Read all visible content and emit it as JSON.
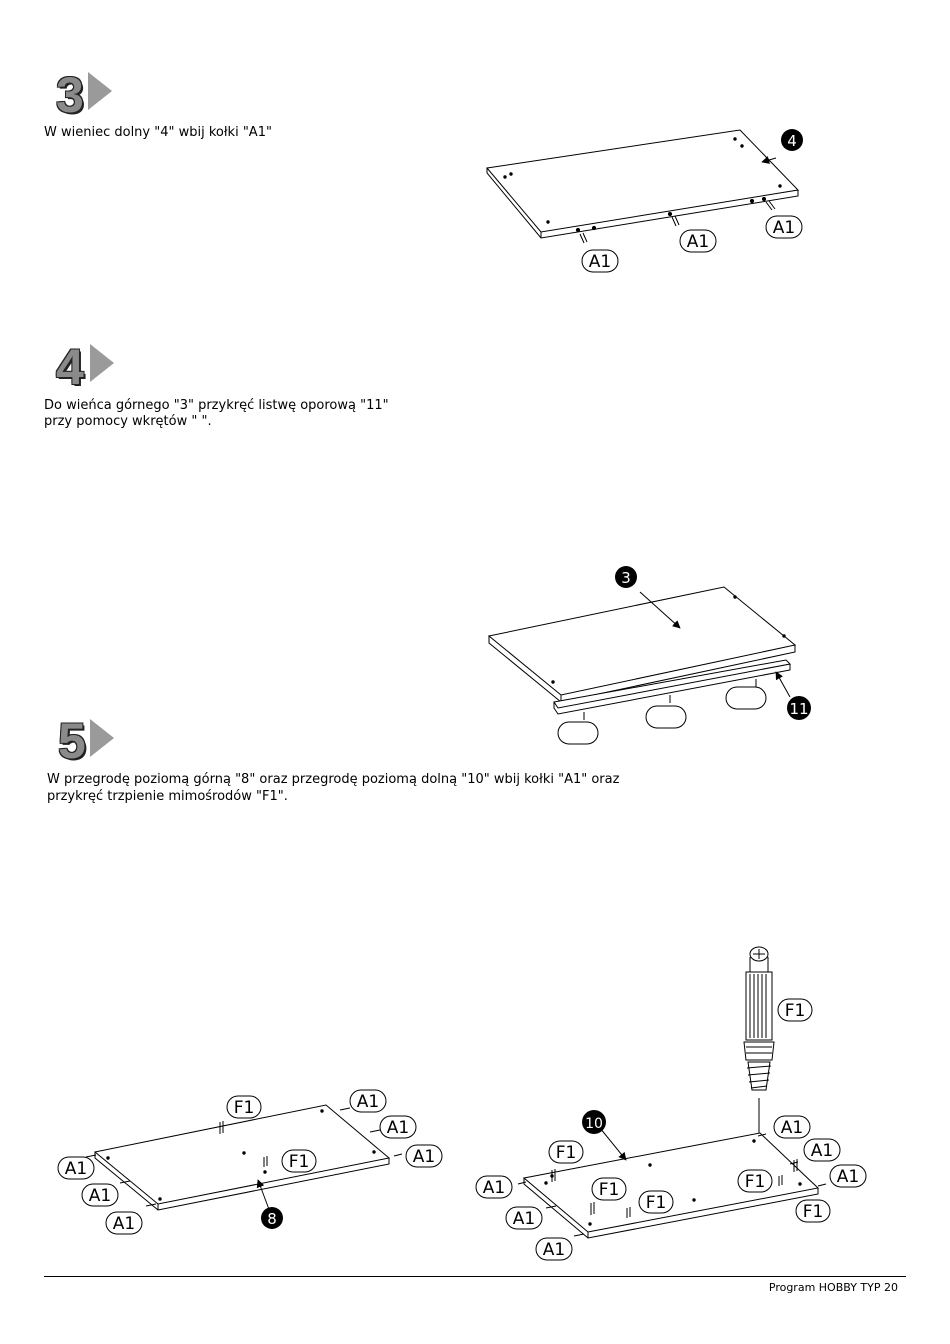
{
  "steps": [
    {
      "number": "3",
      "text": "W wieniec dolny \"4\" wbij kołki \"A1\""
    },
    {
      "number": "4",
      "text_line1": "Do wieńca górnego \"3\" przykręć listwę oporową \"11\"",
      "text_line2": "przy pomocy wkrętów \"    \"."
    },
    {
      "number": "5",
      "text_line1": "W przegrodę poziomą górną \"8\" oraz przegrodę poziomą dolną \"10\" wbij kołki \"A1\" oraz",
      "text_line2": "przykręć trzpienie mimośrodów \"F1\"."
    }
  ],
  "callouts": {
    "step3_part": "4",
    "step4_top": "3",
    "step4_rail": "11",
    "step5_left": "8",
    "step5_right": "10"
  },
  "labels": {
    "dowel": "A1",
    "cam_pin": "F1"
  },
  "footer": {
    "text": "Program HOBBY TYP 20"
  }
}
